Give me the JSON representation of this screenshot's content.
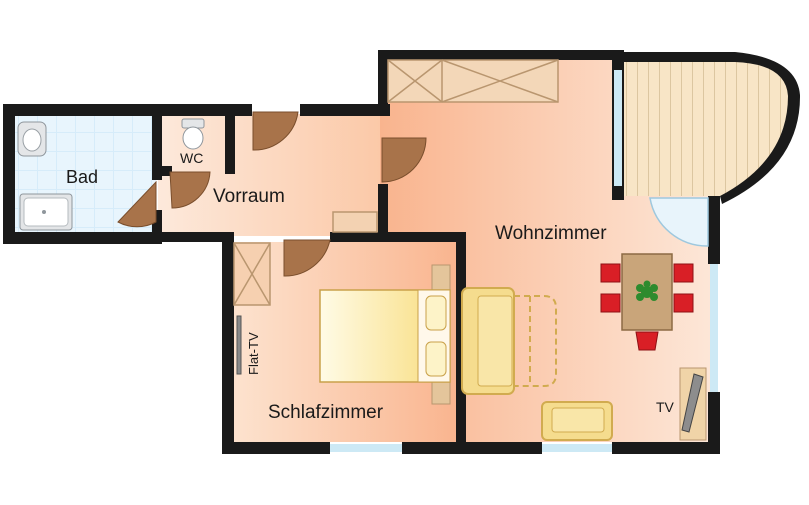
{
  "rooms": {
    "bad": "Bad",
    "wc": "WC",
    "vorraum": "Vorraum",
    "wohnzimmer": "Wohnzimmer",
    "schlafzimmer": "Schlafzimmer"
  },
  "labels": {
    "flat_tv": "Flat-TV",
    "tv": "TV"
  },
  "colors": {
    "wall": "#1a1a1a",
    "floor_warm": "#f8b994",
    "floor_light": "#fde6d4",
    "tile": "#cfe6f7",
    "window": "#cde9f5",
    "door": "#a8734a",
    "furniture": "#f3d99a",
    "furniture_stroke": "#d9b45a",
    "chair": "#d91f26",
    "table": "#c9a57a",
    "balcony": "#f6e1c0"
  }
}
